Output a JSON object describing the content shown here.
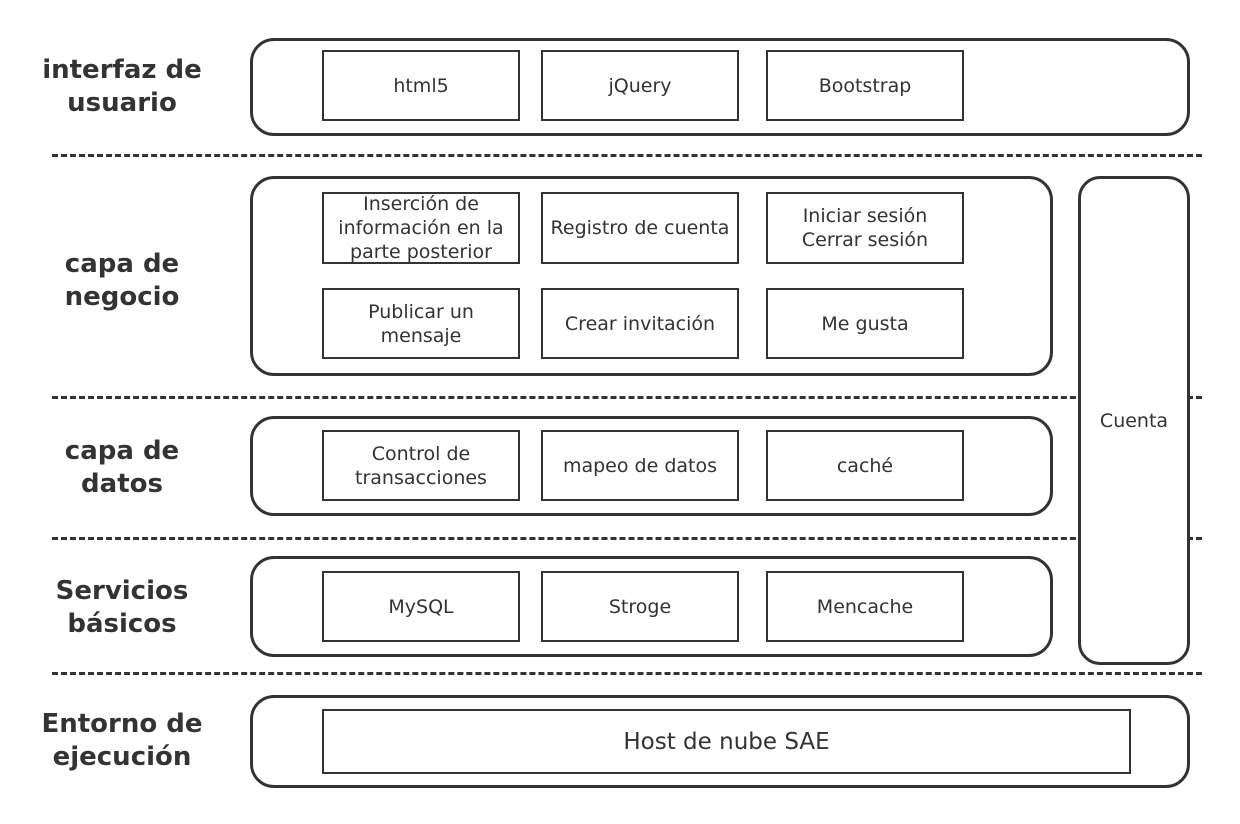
{
  "layers": [
    {
      "label": [
        "interfaz de",
        "usuario"
      ],
      "boxes": [
        "html5",
        "jQuery",
        "Bootstrap"
      ]
    },
    {
      "label": [
        "capa de",
        "negocio"
      ],
      "boxes": [
        "Inserción de información en la parte posterior",
        "Registro de cuenta",
        "Iniciar sesión Cerrar sesión",
        "Publicar un mensaje",
        "Crear invitación",
        "Me gusta"
      ]
    },
    {
      "label": [
        "capa de",
        "datos"
      ],
      "boxes": [
        "Control de transacciones",
        "mapeo de datos",
        "caché"
      ]
    },
    {
      "label": [
        "Servicios",
        "básicos"
      ],
      "boxes": [
        "MySQL",
        "Stroge",
        "Mencache"
      ]
    },
    {
      "label": [
        "Entorno de",
        "ejecución"
      ],
      "boxes": [
        "Host de nube SAE"
      ]
    }
  ],
  "side_box": {
    "label": "Cuenta"
  },
  "colors": {
    "stroke": "#333333",
    "text": "#333333",
    "background": "#ffffff"
  }
}
